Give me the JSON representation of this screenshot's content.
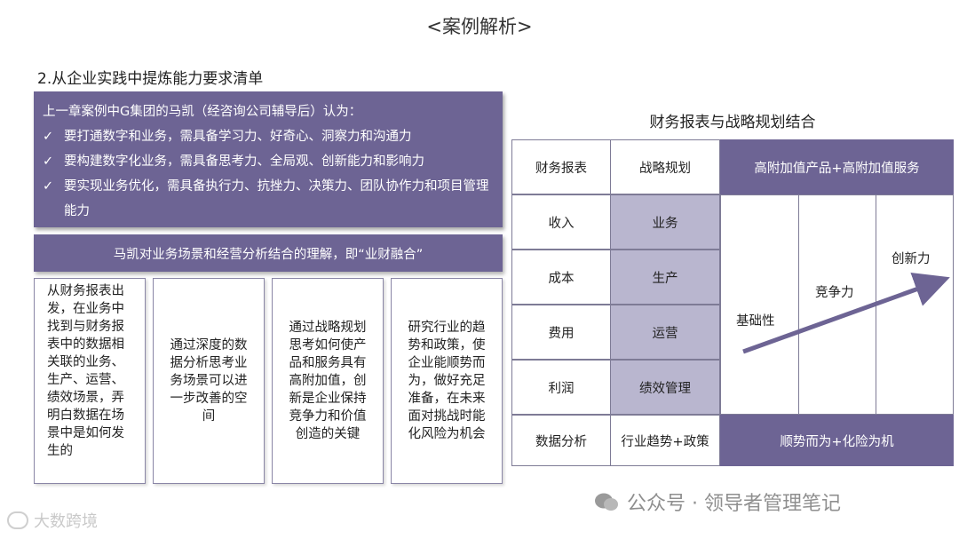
{
  "page_title": "<案例解析>",
  "section_heading": "2.从企业实践中提炼能力要求清单",
  "intro": {
    "lead": "上一章案例中G集团的马凯（经咨询公司辅导后）认为：",
    "check_mark": "✓",
    "points": [
      "要打通数字和业务，需具备学习力、好奇心、洞察力和沟通力",
      "要构建数字化业务，需具备思考力、全局观、创新能力和影响力",
      "要实现业务优化，需具备执行力、抗挫力、决策力、团队协作力和项目管理能力"
    ]
  },
  "understanding_banner": "马凯对业务场景和经营分析结合的理解，即“业财融合”",
  "cards": [
    "从财务报表出发，在业务中找到与财务报表中的数据相关联的业务、生产、运营、绩效场景，弄明白数据在场景中是如何发生的",
    "通过深度的数据分析思考业务场景可以进一步改善的空间",
    "通过战略规划思考如何使产品和服务具有高附加值，创新是企业保持竞争力和价值创造的关键",
    "研究行业的趋势和政策，使企业能顺势而为，做好充足准备，在未来面对挑战时能化风险为机会"
  ],
  "table": {
    "title": "财务报表与战略规划结合",
    "headers": [
      "财务报表",
      "战略规划",
      "高附加值产品+高附加值服务"
    ],
    "rows": [
      {
        "finance": "收入",
        "strategy": "业务"
      },
      {
        "finance": "成本",
        "strategy": "生产"
      },
      {
        "finance": "费用",
        "strategy": "运营"
      },
      {
        "finance": "利润",
        "strategy": "绩效管理"
      }
    ],
    "footer": [
      "数据分析",
      "行业趋势+政策",
      "顺势而为+化险为机"
    ],
    "stairs": [
      "基础性",
      "竞争力",
      "创新力"
    ]
  },
  "watermarks": {
    "right": "公众号 · 领导者管理笔记",
    "left": "大数跨境"
  },
  "colors": {
    "primary_purple": "#6d6494",
    "light_purple": "#b9b6cf",
    "border": "#7e7b96"
  }
}
